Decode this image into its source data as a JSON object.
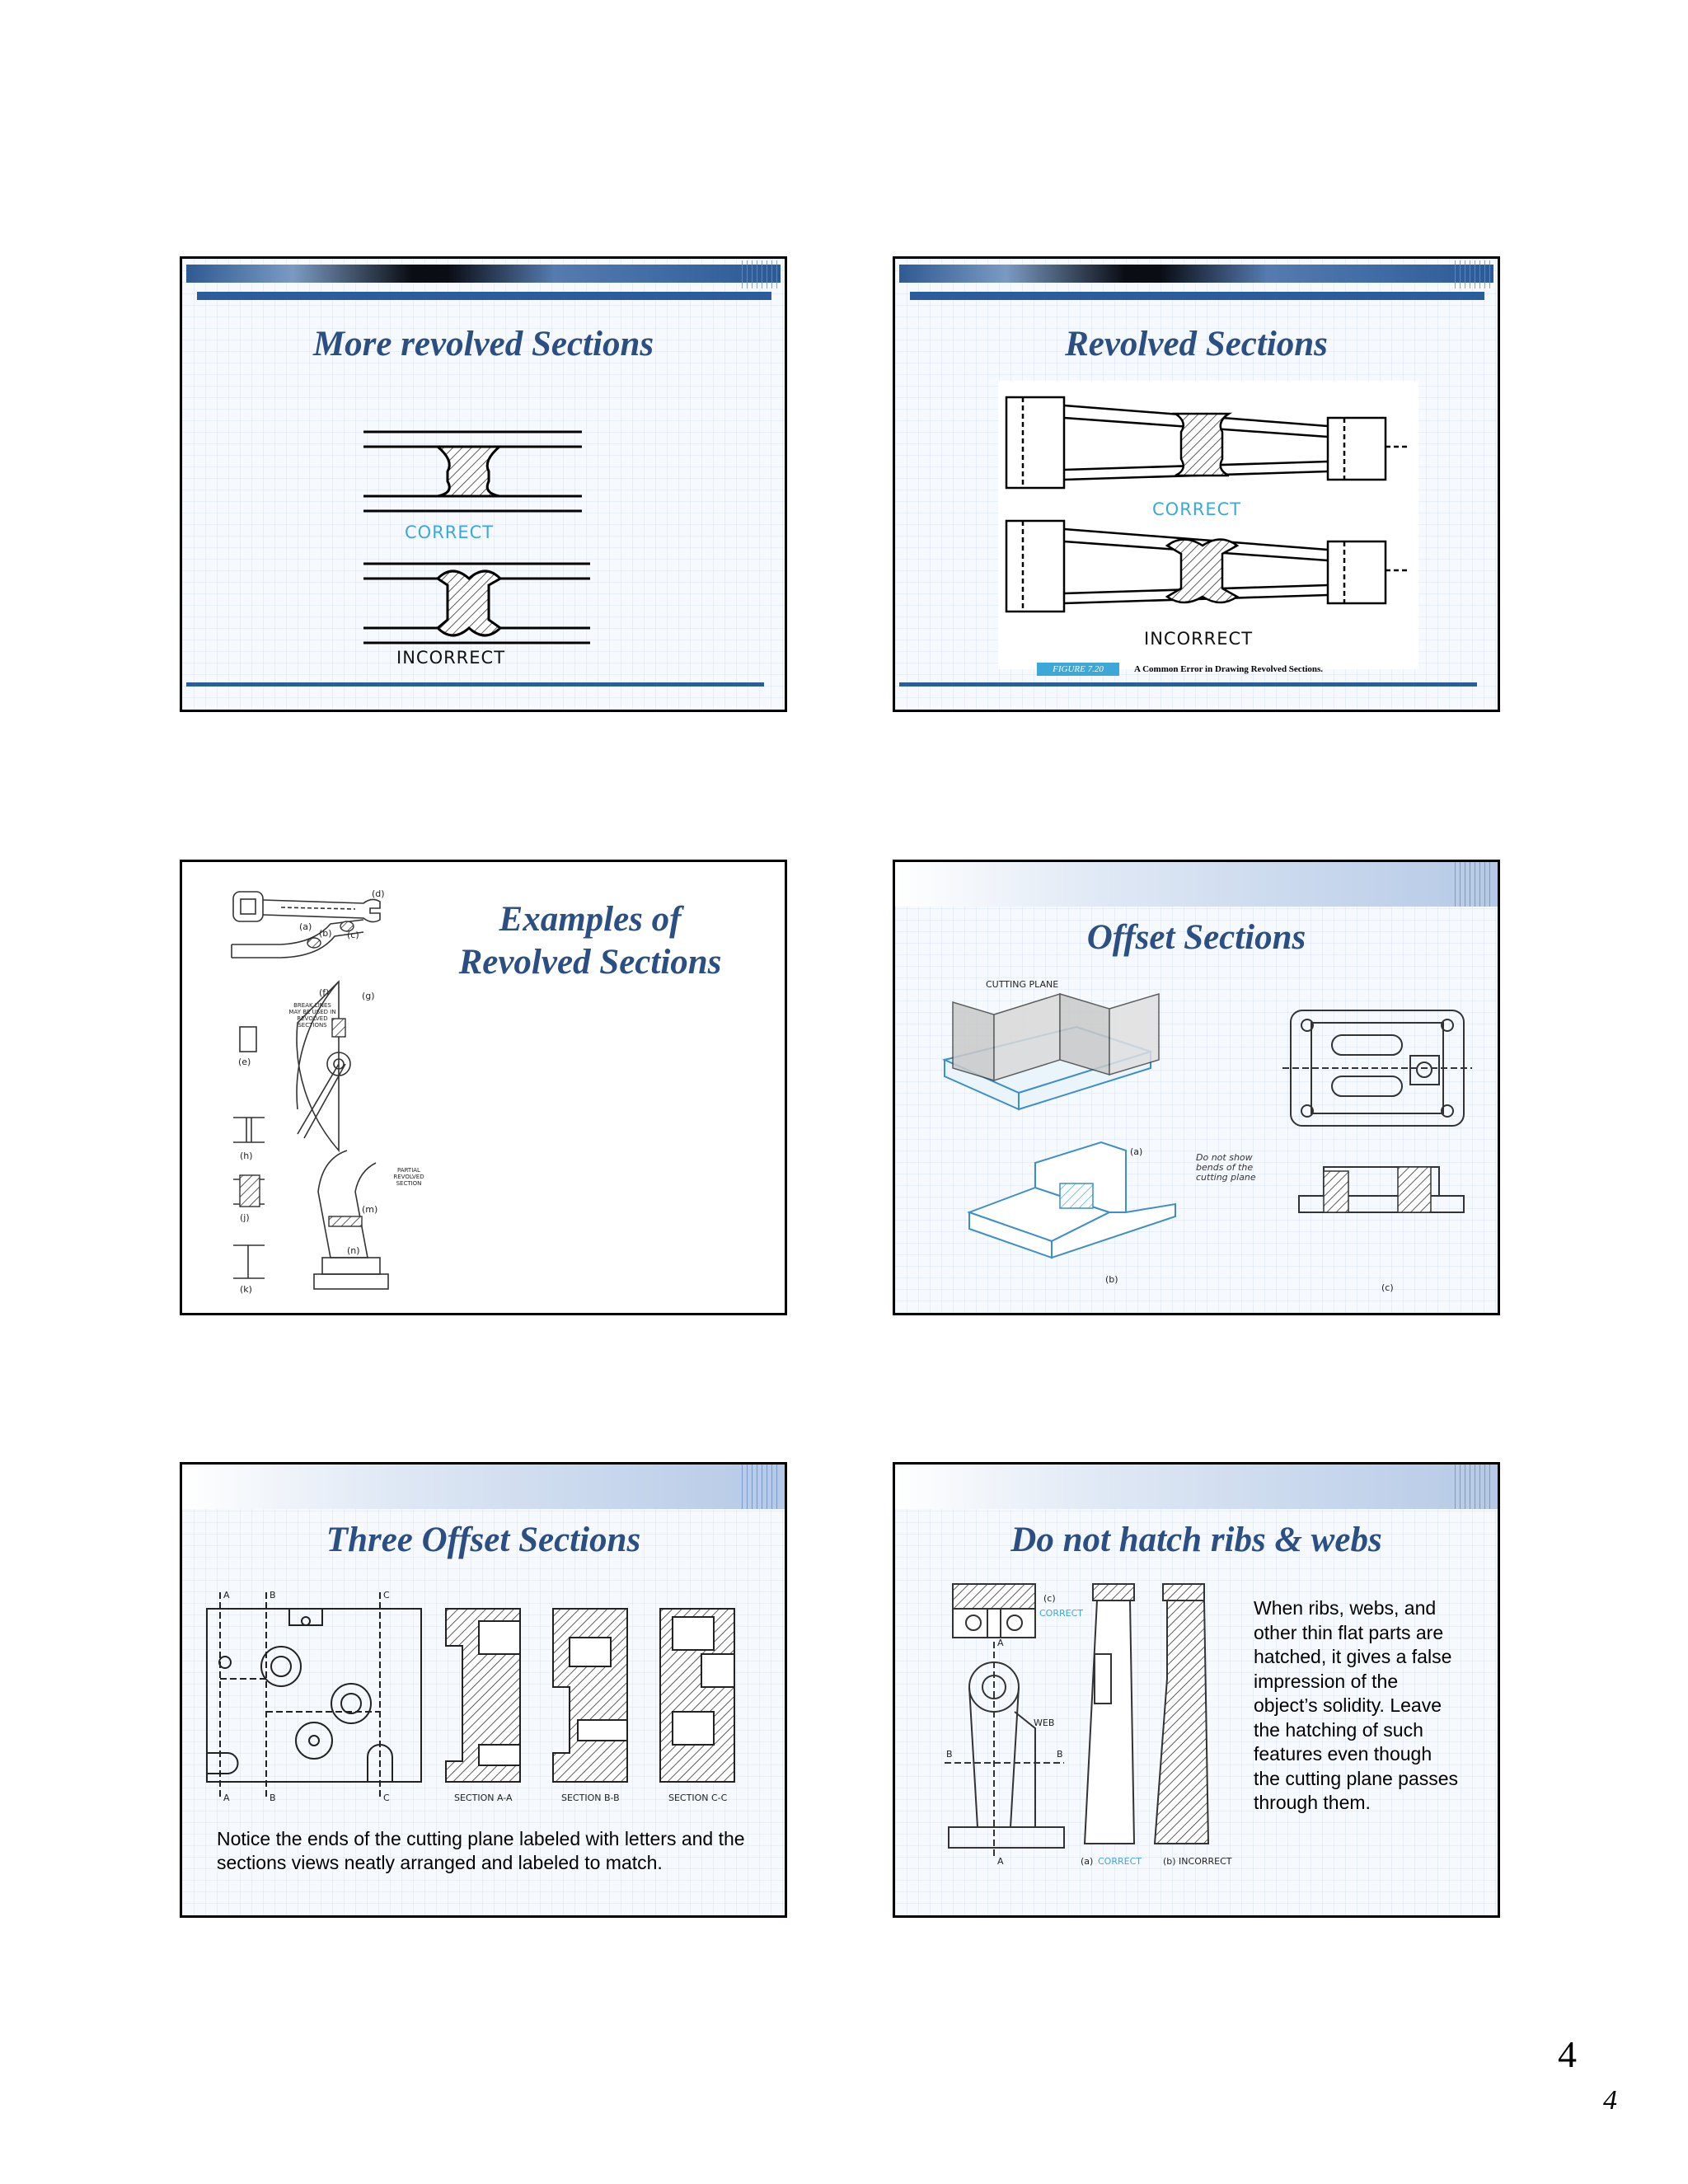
{
  "slides": [
    {
      "title": "More revolved Sections",
      "correct_label": "CORRECT",
      "incorrect_label": "INCORRECT"
    },
    {
      "title": "Revolved Sections",
      "correct_label": "CORRECT",
      "incorrect_label": "INCORRECT",
      "figure_number": "FIGURE 7.20",
      "figure_caption": "A Common Error in Drawing Revolved Sections."
    },
    {
      "title_line1": "Examples of",
      "title_line2": "Revolved Sections",
      "fig_labels": [
        "(a)",
        "(b)",
        "(c)",
        "(d)",
        "(e)",
        "(f)",
        "(g)",
        "(h)",
        "(j)",
        "(k)",
        "(m)",
        "(n)"
      ],
      "break_note": "BREAK LINES MAY BE USED IN REVOLVED SECTIONS",
      "partial_note": "PARTIAL REVOLVED SECTION"
    },
    {
      "title": "Offset Sections",
      "cutting_plane_label": "CUTTING PLANE",
      "note": "Do not show bends of the cutting plane",
      "fig_labels": [
        "(a)",
        "(b)",
        "(c)"
      ]
    },
    {
      "title": "Three Offset Sections",
      "plane_labels": [
        "A",
        "B",
        "C"
      ],
      "section_labels": [
        "SECTION A-A",
        "SECTION B-B",
        "SECTION C-C"
      ],
      "caption": "Notice the ends of the cutting plane labeled with letters and the sections views neatly arranged and labeled to match."
    },
    {
      "title": "Do not hatch ribs & webs",
      "label_c": "(c)",
      "label_c_correct": "CORRECT",
      "label_a": "(a)",
      "label_a_correct": "CORRECT",
      "label_b": "(b) INCORRECT",
      "web_label": "WEB",
      "plane_a": "A",
      "plane_b": "B",
      "body": "When ribs, webs, and other thin flat parts are hatched, it gives a false impression of the object’s solidity. Leave the hatching of such features even though the cutting plane passes through them."
    }
  ],
  "page_number_large": "4",
  "page_number_small": "4"
}
